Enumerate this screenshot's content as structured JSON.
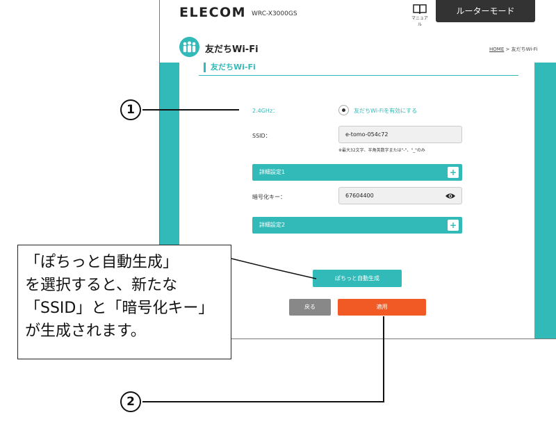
{
  "header": {
    "logo": "ELECOM",
    "model": "WRC-X3000GS",
    "manual_label": "マニュアル",
    "mode_tab": "ルーターモード"
  },
  "page": {
    "title": "友だちWi-Fi",
    "breadcrumb_home": "HOME",
    "breadcrumb_rest": " > 友だちWi-Fi",
    "section_title": "友だちWi-Fi"
  },
  "form": {
    "band_label": "2.4GHz：",
    "enable_label": "友だちWi-Fiを有効にする",
    "ssid_label": "SSID：",
    "ssid_value": "e-tomo-054c72",
    "ssid_hint": "※最大32文字、半角英数字または\"-\"、\"_\"のみ",
    "advanced1": "詳細設定1",
    "key_label": "暗号化キー：",
    "key_value": "67604400",
    "advanced2": "詳細設定2",
    "plus_glyph": "+",
    "generate_button": "ぽちっと自動生成",
    "back_button": "戻る",
    "apply_button": "適用"
  },
  "annotations": {
    "marker1": "1",
    "marker2": "2",
    "callout_lines": [
      "「ぽちっと自動生成」",
      "を選択すると、新たな",
      "「SSID」と「暗号化キー」",
      "が生成されます。"
    ]
  },
  "colors": {
    "accent": "#31bab8",
    "apply": "#f15a24",
    "back": "#888888",
    "mode_tab": "#333333"
  },
  "icons": [
    "book-icon",
    "friends-icon",
    "eye-icon",
    "plus-icon"
  ]
}
